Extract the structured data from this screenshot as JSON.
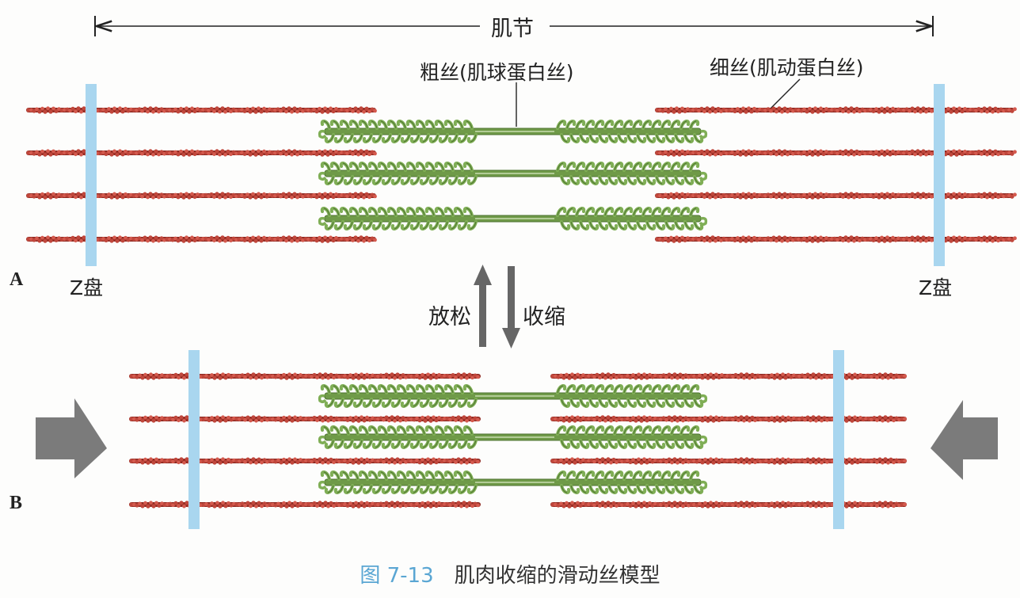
{
  "sarcomere_label": "肌节",
  "thick_filament_label": "粗丝(肌球蛋白丝)",
  "thin_filament_label": "细丝(肌动蛋白丝)",
  "z_disc_label": "Z盘",
  "panel_a": "A",
  "panel_b": "B",
  "relax_label": "放松",
  "contract_label": "收缩",
  "figure_number": "图 7-13",
  "figure_title": "肌肉收缩的滑动丝模型",
  "colors": {
    "thin_filament": "#c0473c",
    "thin_filament_dark": "#8f2a22",
    "thick_filament": "#6f9a48",
    "thick_heads": "#7fae55",
    "z_disc": "#a9d6ef",
    "arrow_gray": "#7b7b7b",
    "caption_number": "#5aa6d3"
  }
}
